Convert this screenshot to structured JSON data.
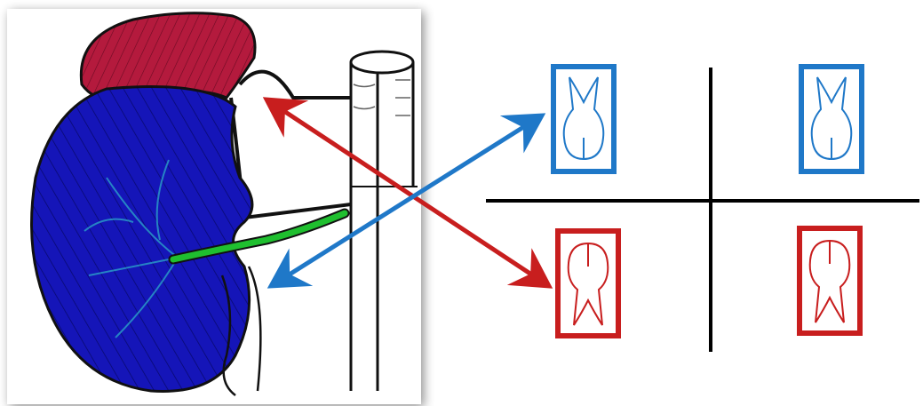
{
  "colors": {
    "background": "#ffffff",
    "upper_blue": "#1f78c8",
    "lower_red": "#c81e1e",
    "kidney_blue": "#1515b8",
    "adrenal_red": "#b41a3d",
    "ureter_green": "#1fbf2f",
    "cross_lines": "#000000",
    "arrow_red": "#c81e1e",
    "arrow_blue": "#1f78c8"
  },
  "diagram": {
    "quadrants": [
      {
        "position": "upper-left",
        "tooth": "maxillary-molar",
        "color": "#1f78c8"
      },
      {
        "position": "upper-right",
        "tooth": "maxillary-molar",
        "color": "#1f78c8"
      },
      {
        "position": "lower-left",
        "tooth": "mandibular-molar",
        "color": "#c81e1e"
      },
      {
        "position": "lower-right",
        "tooth": "mandibular-molar",
        "color": "#c81e1e"
      }
    ],
    "arrows": [
      {
        "from": "adrenal-gland",
        "to": "lower-left-molar",
        "color": "#c81e1e",
        "bidirectional": true
      },
      {
        "from": "kidney-hilum",
        "to": "upper-left-molar",
        "color": "#1f78c8",
        "bidirectional": true
      }
    ],
    "organs": [
      "kidney",
      "adrenal-gland",
      "ureter",
      "vena-cava"
    ]
  }
}
